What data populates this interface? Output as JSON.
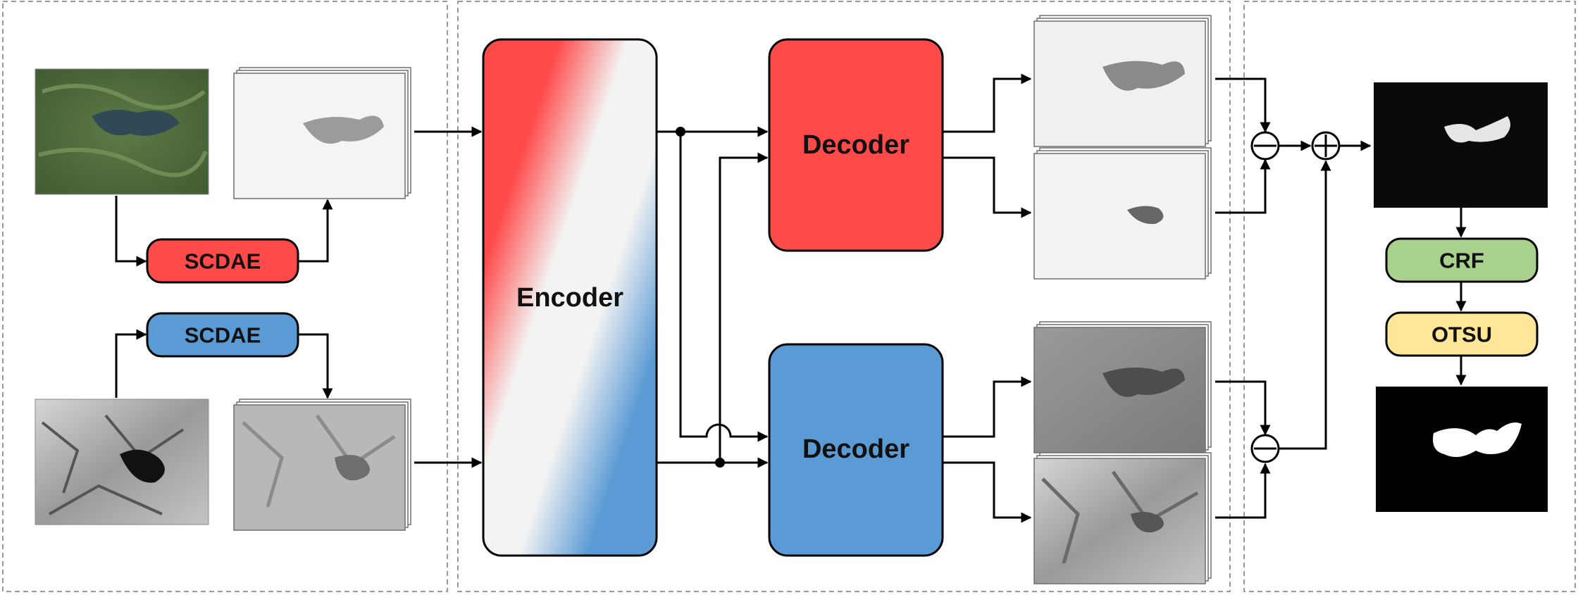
{
  "blocks": {
    "scdae_top": "SCDAE",
    "scdae_bottom": "SCDAE",
    "encoder": "Encoder",
    "decoder_top": "Decoder",
    "decoder_bottom": "Decoder",
    "crf": "CRF",
    "otsu": "OTSU"
  },
  "colors": {
    "red": "#ff4a4a",
    "blue": "#5b9bd5",
    "green": "#a9d18e",
    "yellow": "#ffe699"
  },
  "icons": {
    "subtract": "circle-minus-icon",
    "add": "circle-plus-icon"
  }
}
